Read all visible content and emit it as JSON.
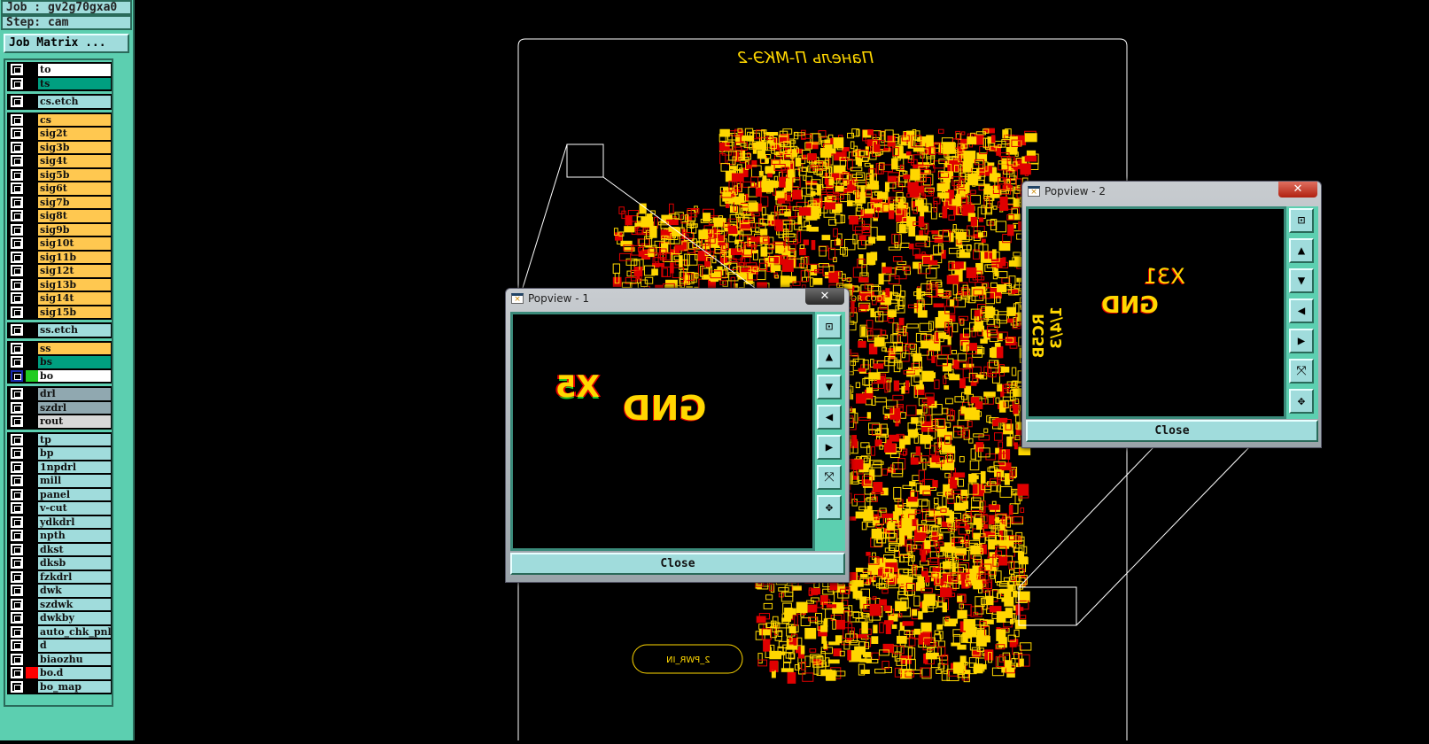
{
  "job_label": "Job : gv2g70gxa0",
  "step_label": "Step: cam",
  "job_matrix_button": "Job Matrix ...",
  "layer_groups": [
    {
      "layers": [
        {
          "name": "to",
          "color": "#ffffff"
        },
        {
          "name": "ts",
          "color": "#009f80"
        }
      ]
    },
    {
      "layers": [
        {
          "name": "cs.etch",
          "color": "#a0dcdc"
        }
      ]
    },
    {
      "layers": [
        {
          "name": "cs",
          "color": "#ffc850"
        },
        {
          "name": "sig2t",
          "color": "#ffc850"
        },
        {
          "name": "sig3b",
          "color": "#ffc850"
        },
        {
          "name": "sig4t",
          "color": "#ffc850"
        },
        {
          "name": "sig5b",
          "color": "#ffc850"
        },
        {
          "name": "sig6t",
          "color": "#ffc850"
        },
        {
          "name": "sig7b",
          "color": "#ffc850"
        },
        {
          "name": "sig8t",
          "color": "#ffc850"
        },
        {
          "name": "sig9b",
          "color": "#ffc850"
        },
        {
          "name": "sig10t",
          "color": "#ffc850"
        },
        {
          "name": "sig11b",
          "color": "#ffc850"
        },
        {
          "name": "sig12t",
          "color": "#ffc850"
        },
        {
          "name": "sig13b",
          "color": "#ffc850"
        },
        {
          "name": "sig14t",
          "color": "#ffc850"
        },
        {
          "name": "sig15b",
          "color": "#ffc850"
        }
      ]
    },
    {
      "layers": [
        {
          "name": "ss.etch",
          "color": "#a0dcdc"
        }
      ]
    },
    {
      "layers": [
        {
          "name": "ss",
          "color": "#ffc850"
        },
        {
          "name": "bs",
          "color": "#009f80"
        },
        {
          "name": "bo",
          "color": "#ffffff",
          "indicator": "#22cc22",
          "active": true
        }
      ]
    },
    {
      "layers": [
        {
          "name": "drl",
          "color": "#90a8b0"
        },
        {
          "name": "szdrl",
          "color": "#90a8b0"
        },
        {
          "name": "rout",
          "color": "#d8d8d8"
        }
      ]
    },
    {
      "layers": [
        {
          "name": "tp",
          "color": "#a0dcdc"
        },
        {
          "name": "bp",
          "color": "#a0dcdc"
        },
        {
          "name": "1npdrl",
          "color": "#a0dcdc"
        },
        {
          "name": "mill",
          "color": "#a0dcdc"
        },
        {
          "name": "panel",
          "color": "#a0dcdc"
        },
        {
          "name": "v-cut",
          "color": "#a0dcdc"
        },
        {
          "name": "ydkdrl",
          "color": "#a0dcdc"
        },
        {
          "name": "npth",
          "color": "#a0dcdc"
        },
        {
          "name": "dkst",
          "color": "#a0dcdc"
        },
        {
          "name": "dksb",
          "color": "#a0dcdc"
        },
        {
          "name": "fzkdrl",
          "color": "#a0dcdc"
        },
        {
          "name": "dwk",
          "color": "#a0dcdc"
        },
        {
          "name": "szdwk",
          "color": "#a0dcdc"
        },
        {
          "name": "dwkby",
          "color": "#a0dcdc"
        },
        {
          "name": "auto_chk_pnl",
          "color": "#a0dcdc"
        },
        {
          "name": "d",
          "color": "#a0dcdc"
        },
        {
          "name": "biaozhu",
          "color": "#a0dcdc"
        },
        {
          "name": "bo.d",
          "color": "#a0dcdc",
          "indicator": "#ff0000"
        },
        {
          "name": "bo_map",
          "color": "#a0dcdc"
        }
      ]
    }
  ],
  "board": {
    "title": "Панель П-МКЭ-2",
    "bottom_label": "2_PWR_IN",
    "labels": [
      "GND",
      "X5",
      "OR CODE"
    ]
  },
  "popview1": {
    "title": "Popview - 1",
    "close_x": "✕",
    "close_button": "Close",
    "texts": {
      "ref": "X5",
      "net": "GND"
    }
  },
  "popview2": {
    "title": "Popview - 2",
    "close_x": "✕",
    "close_button": "Close",
    "texts": {
      "ref": "X31",
      "net": "GND",
      "side": "RC5B",
      "side2": "1/4/3"
    }
  },
  "toolbar_icons": [
    "zoom-home-icon",
    "pan-up-icon",
    "pan-down-icon",
    "pan-left-icon",
    "pan-right-icon",
    "zoom-fit-icon",
    "zoom-center-icon"
  ],
  "colors": {
    "panel": "#5ccfb0",
    "button": "#a0dcdc",
    "pcb_yellow": "#ffd700",
    "pcb_red": "#e00000"
  }
}
